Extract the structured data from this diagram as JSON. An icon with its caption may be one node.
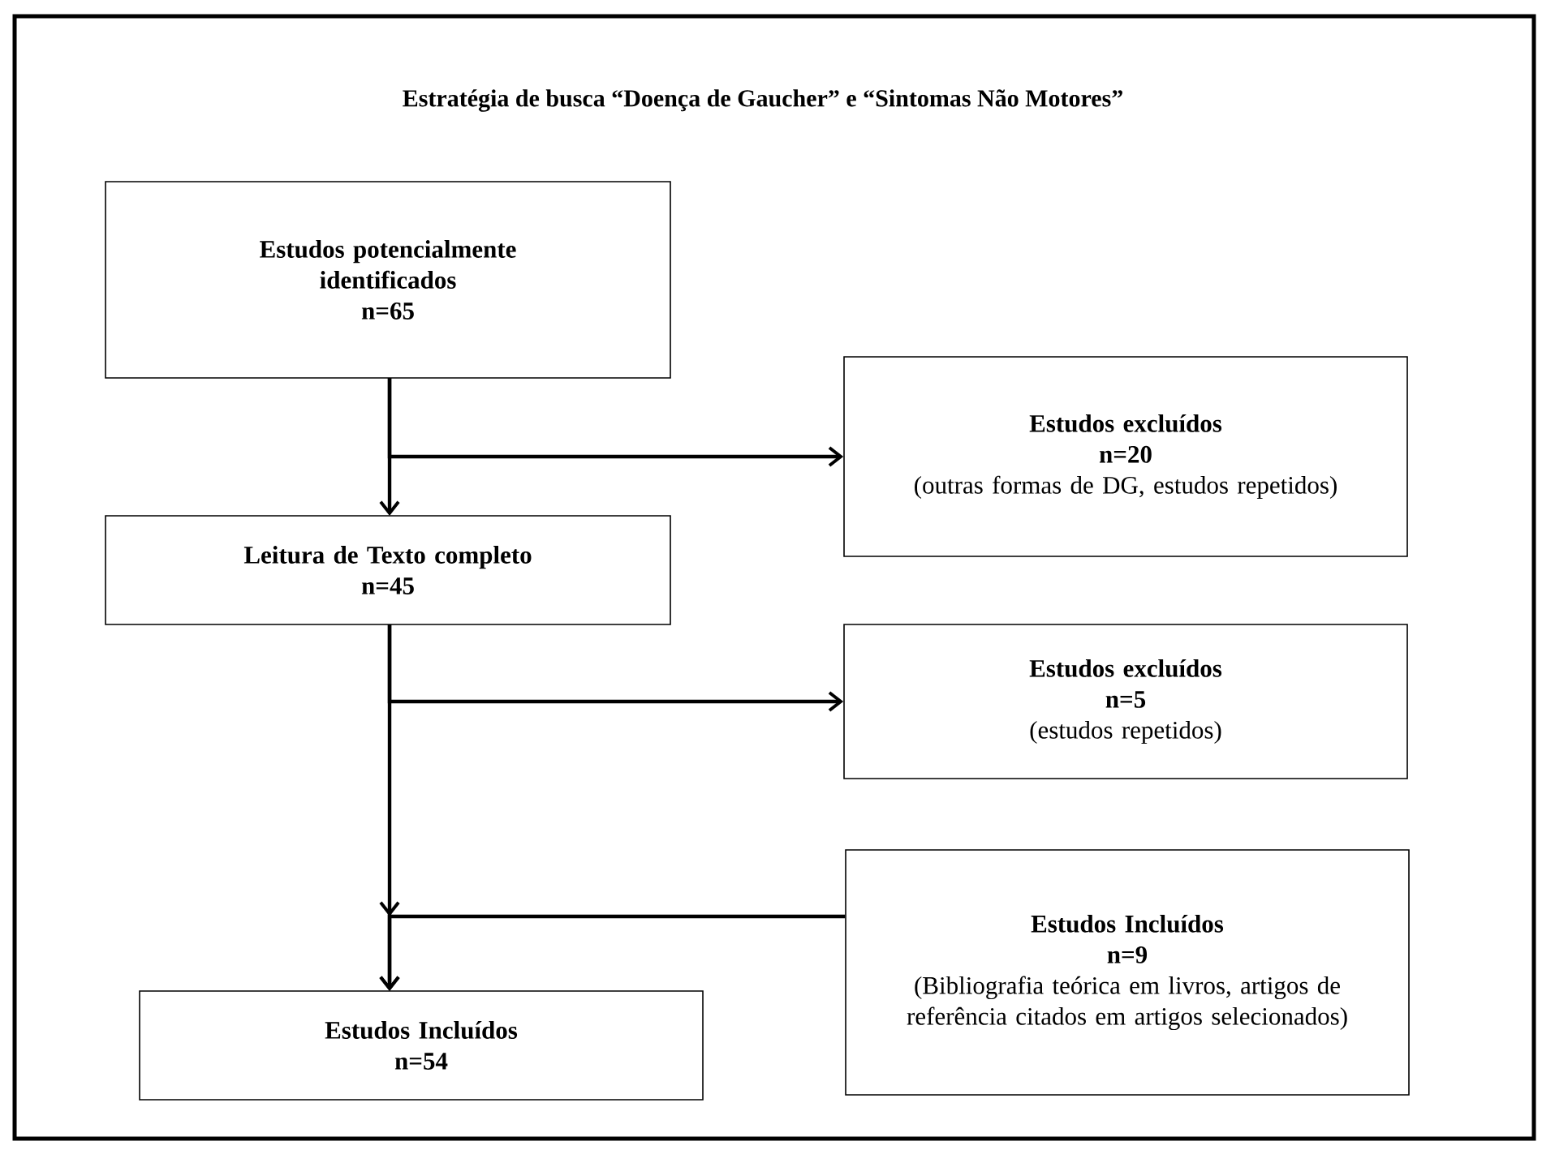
{
  "diagram": {
    "title": "Estratégia de busca “Doença de Gaucher” e “Sintomas Não Motores”",
    "nodes": [
      {
        "text": [
          "Estudos potencialmente identificados",
          "n=65"
        ]
      },
      {
        "text": [
          "Estudos excluídos",
          "n=20",
          "(outras formas de DG, estudos repetidos)"
        ]
      },
      {
        "text": [
          "Leitura de Texto completo",
          "n=45"
        ]
      },
      {
        "text": [
          "Estudos excluídos",
          "n=5",
          "(estudos repetidos)"
        ]
      },
      {
        "text": [
          "Estudos Incluídos",
          "n=54"
        ]
      },
      {
        "text": [
          "Estudos Incluídos",
          "n=9",
          "(Bibliografia teórica em livros, artigos de referência citados em artigos selecionados)"
        ]
      }
    ],
    "edges": [
      {
        "from": 0,
        "to": 2,
        "arrow": "to"
      },
      {
        "from": 0,
        "to": 1,
        "arrow": "to"
      },
      {
        "from": 2,
        "to": 4,
        "arrow": "to"
      },
      {
        "from": 2,
        "to": 3,
        "arrow": "to"
      },
      {
        "from": 5,
        "to": 4,
        "arrow": "to"
      }
    ]
  }
}
